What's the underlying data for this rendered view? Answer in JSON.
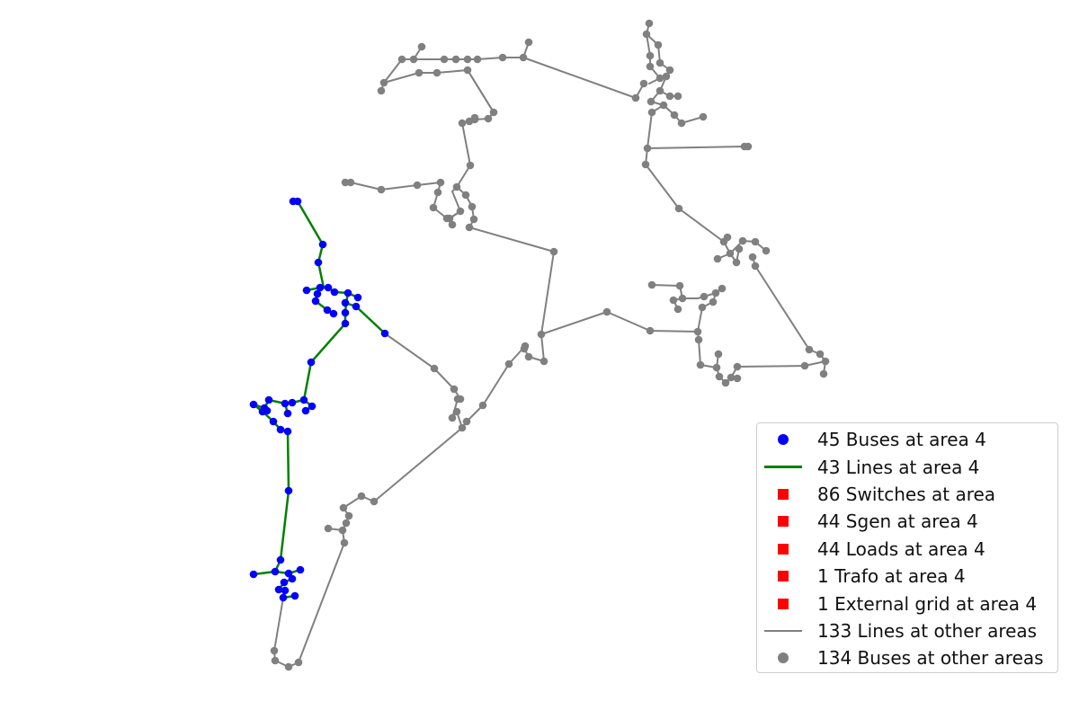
{
  "colors": {
    "area_bus": "#0000ff",
    "area_line": "#008000",
    "element": "#ff0000",
    "other": "#808080"
  },
  "legend": [
    {
      "marker": "dot",
      "color": "#0000ff",
      "label": "45 Buses at area 4"
    },
    {
      "marker": "line",
      "color": "#008000",
      "label": "43 Lines at area 4"
    },
    {
      "marker": "square",
      "color": "#ff0000",
      "label": "86 Switches at area"
    },
    {
      "marker": "square",
      "color": "#ff0000",
      "label": "44 Sgen at area 4"
    },
    {
      "marker": "square",
      "color": "#ff0000",
      "label": "44 Loads at area 4"
    },
    {
      "marker": "square",
      "color": "#ff0000",
      "label": "1 Trafo at area 4"
    },
    {
      "marker": "square",
      "color": "#ff0000",
      "label": "1 External grid at area 4"
    },
    {
      "marker": "line",
      "color": "#808080",
      "label": "133 Lines at other areas"
    },
    {
      "marker": "dot",
      "color": "#808080",
      "label": "134 Buses at other areas"
    }
  ]
}
